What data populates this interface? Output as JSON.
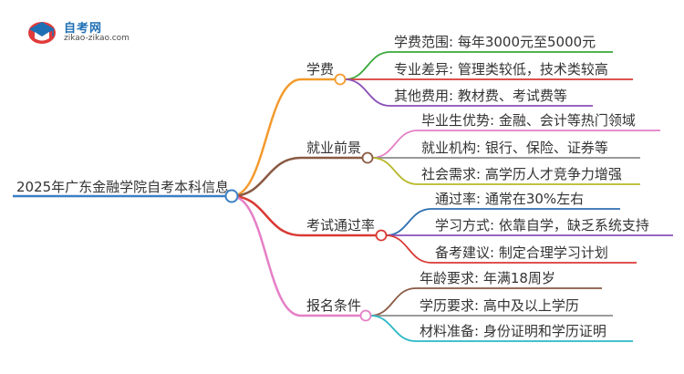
{
  "logo": {
    "title": "自考网",
    "domain": "zikao-zikao.com"
  },
  "root": {
    "label": "2025年广东金融学院自考本科信息",
    "color": "#3b7fc4"
  },
  "branches": [
    {
      "label": "学费",
      "color": "#f39a2d",
      "children": [
        {
          "label": "学费范围: 每年3000元至5000元",
          "color": "#3aa83a"
        },
        {
          "label": "专业差异: 管理类较低，技术类较高",
          "color": "#d93a35"
        },
        {
          "label": "其他费用: 教材费、考试费等",
          "color": "#8a4fb8"
        }
      ]
    },
    {
      "label": "就业前景",
      "color": "#8a5a44",
      "children": [
        {
          "label": "毕业生优势: 金融、会计等热门领域",
          "color": "#e57fc6"
        },
        {
          "label": "就业机构: 银行、保险、证券等",
          "color": "#8c8c8c"
        },
        {
          "label": "社会需求: 高学历人才竞争力增强",
          "color": "#b8b82a"
        }
      ]
    },
    {
      "label": "考试通过率",
      "color": "#d93a35",
      "children": [
        {
          "label": "通过率: 通常在30%左右",
          "color": "#2e6fb0"
        },
        {
          "label": "学习方式: 依靠自学，缺乏系统支持",
          "color": "#8a4fb8"
        },
        {
          "label": "备考建议: 制定合理学习计划",
          "color": "#d93a35"
        }
      ]
    },
    {
      "label": "报名条件",
      "color": "#e57fc6",
      "children": [
        {
          "label": "年龄要求: 年满18周岁",
          "color": "#8a5a44"
        },
        {
          "label": "学历要求: 高中及以上学历",
          "color": "#8c8c8c"
        },
        {
          "label": "材料准备: 身份证明和学历证明",
          "color": "#2bb8c6"
        }
      ]
    }
  ]
}
